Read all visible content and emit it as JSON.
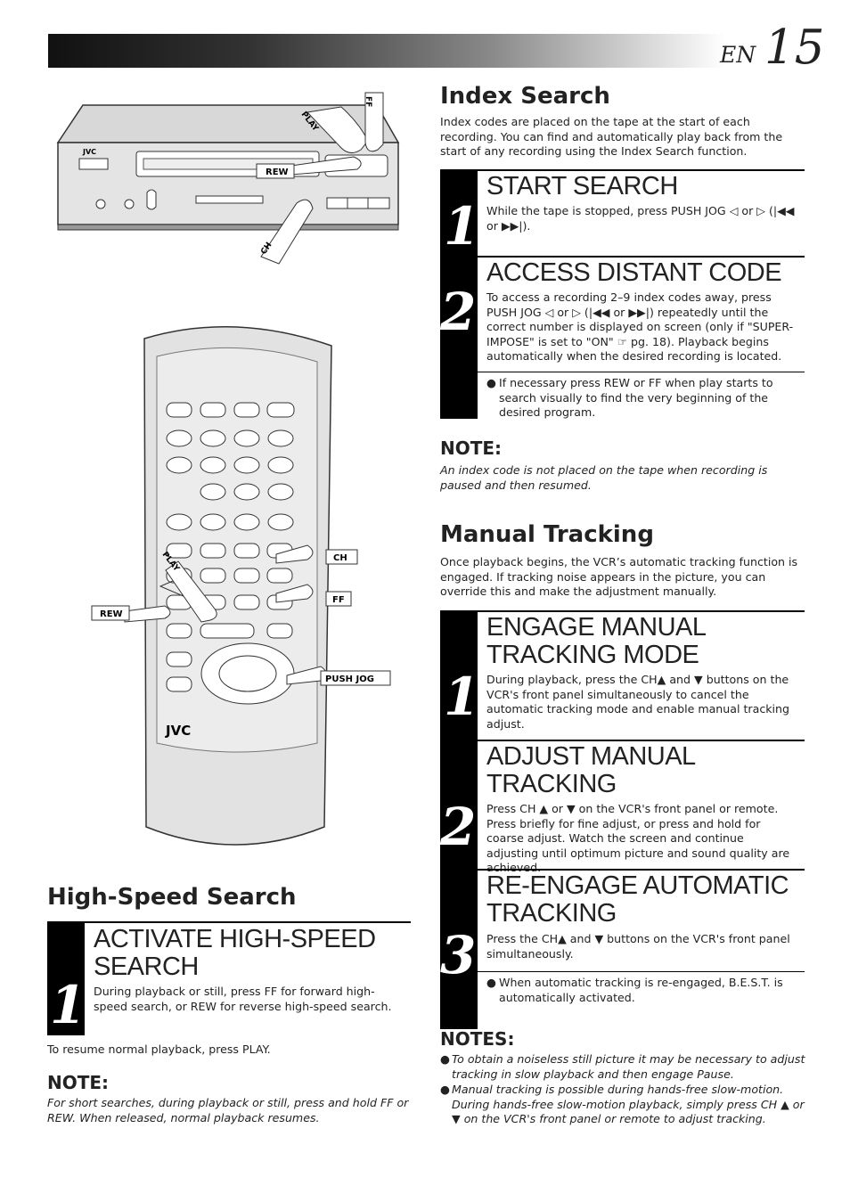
{
  "header": {
    "lang": "EN",
    "page": "15"
  },
  "index_search": {
    "title": "Index Search",
    "intro": "Index codes are placed on the tape at the start of each recording. You can find and automatically play back from the start of any recording using the Index Search function.",
    "steps": [
      {
        "num": "1",
        "title": "START SEARCH",
        "text": "While the tape is stopped, press PUSH JOG ◁ or ▷ (|◀◀ or ▶▶|)."
      },
      {
        "num": "2",
        "title": "ACCESS DISTANT CODE",
        "text": "To access a recording 2–9 index codes away, press PUSH JOG ◁ or ▷ (|◀◀ or ▶▶|) repeatedly until the correct number is displayed on screen (only if \"SUPER-IMPOSE\" is set to \"ON\" ☞ pg. 18). Playback begins automatically when the desired recording is located.",
        "bullet": "If necessary press REW or FF when play starts to search visually to find the very beginning of the desired program."
      }
    ],
    "note_label": "NOTE:",
    "note": "An index code is not placed on the tape when recording is paused and then resumed."
  },
  "manual_tracking": {
    "title": "Manual Tracking",
    "intro": "Once playback begins, the VCR’s automatic tracking function is engaged. If tracking noise appears in the picture, you can override this and make the adjustment manually.",
    "steps": [
      {
        "num": "1",
        "title_l1": "ENGAGE MANUAL",
        "title_l2": "TRACKING MODE",
        "text": "During playback, press the CH▲ and ▼ buttons on the VCR's front panel simultaneously to cancel the automatic tracking mode and enable manual tracking adjust."
      },
      {
        "num": "2",
        "title_l1": "ADJUST MANUAL",
        "title_l2": "TRACKING",
        "text": "Press CH ▲ or ▼ on the VCR's front panel or remote. Press briefly for fine adjust, or press and hold for coarse adjust. Watch the screen and continue adjusting until optimum picture and sound quality are achieved."
      },
      {
        "num": "3",
        "title_l1": "RE-ENGAGE AUTOMATIC",
        "title_l2": "TRACKING",
        "text": "Press the CH▲ and ▼ buttons on the VCR's front panel simultaneously.",
        "bullet": "When automatic tracking is re-engaged, B.E.S.T. is automatically activated."
      }
    ],
    "notes_label": "NOTES:",
    "notes": [
      "To obtain a noiseless still picture it may be necessary to adjust tracking in slow playback and then engage Pause.",
      "Manual tracking is possible during hands-free slow-motion. During hands-free slow-motion playback, simply press CH ▲ or ▼ on the VCR's front panel or remote to adjust tracking."
    ]
  },
  "high_speed": {
    "title": "High-Speed Search",
    "step": {
      "num": "1",
      "title_l1": "ACTIVATE HIGH-SPEED",
      "title_l2": "SEARCH",
      "text": "During playback or still, press FF for forward high-speed search, or REW for reverse high-speed search."
    },
    "resume": "To resume normal playback, press PLAY.",
    "note_label": "NOTE:",
    "note": "For short searches, during playback or still, press and hold FF or REW. When released, normal playback resumes."
  },
  "illustration": {
    "vcr_brand": "JVC",
    "remote_brand": "JVC",
    "labels": {
      "play": "PLAY",
      "ff": "FF",
      "rew": "REW",
      "ch": "CH",
      "push_jog": "PUSH JOG"
    }
  }
}
